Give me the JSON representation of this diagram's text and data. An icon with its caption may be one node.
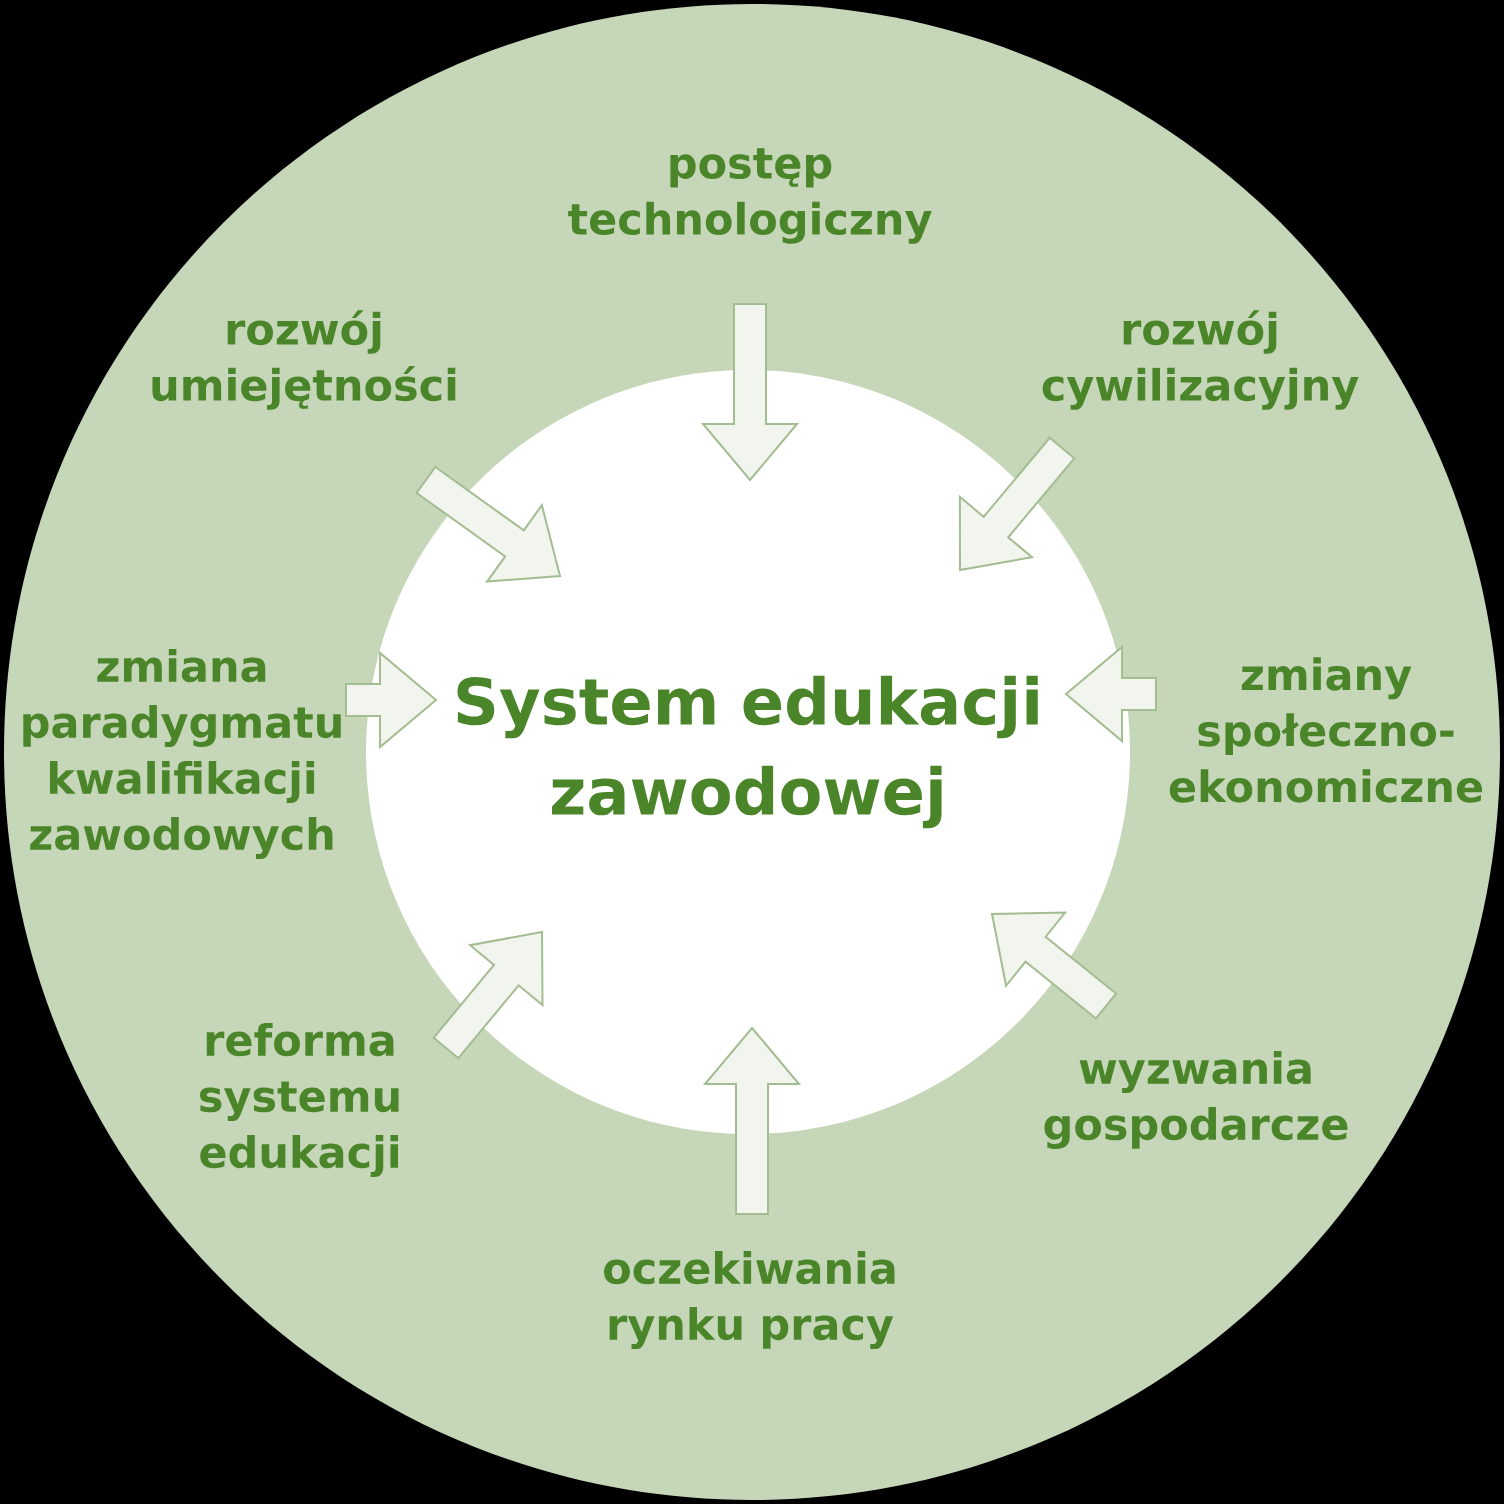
{
  "diagram": {
    "nodes": [
      {
        "text": [],
        "shape": "circle"
      },
      {
        "text": [
          "System edukacji zawodowej"
        ],
        "in": 0
      },
      {
        "text": [
          "postęp technologiczny"
        ],
        "in": 0
      },
      {
        "text": [
          "rozwój cywilizacyjny"
        ],
        "in": 0
      },
      {
        "text": [
          "zmiany społeczno-ekonomiczne"
        ],
        "in": 0
      },
      {
        "text": [
          "wyzwania gospodarcze"
        ],
        "in": 0
      },
      {
        "text": [
          "oczekiwania rynku pracy"
        ],
        "in": 0
      },
      {
        "text": [
          "reforma systemu edukacji"
        ],
        "in": 0
      },
      {
        "text": [
          "zmiana paradygmatu kwalifikacji zawodowych"
        ],
        "in": 0
      },
      {
        "text": [
          "rozwój umiejętności"
        ],
        "in": 0
      }
    ],
    "edges": [
      {
        "from": 2,
        "to": 1,
        "arrow": "to"
      },
      {
        "from": 3,
        "to": 1,
        "arrow": "to"
      },
      {
        "from": 4,
        "to": 1,
        "arrow": "to"
      },
      {
        "from": 5,
        "to": 1,
        "arrow": "to"
      },
      {
        "from": 6,
        "to": 1,
        "arrow": "to"
      },
      {
        "from": 7,
        "to": 1,
        "arrow": "to"
      },
      {
        "from": 8,
        "to": 1,
        "arrow": "to"
      },
      {
        "from": 9,
        "to": 1,
        "arrow": "to"
      }
    ]
  }
}
